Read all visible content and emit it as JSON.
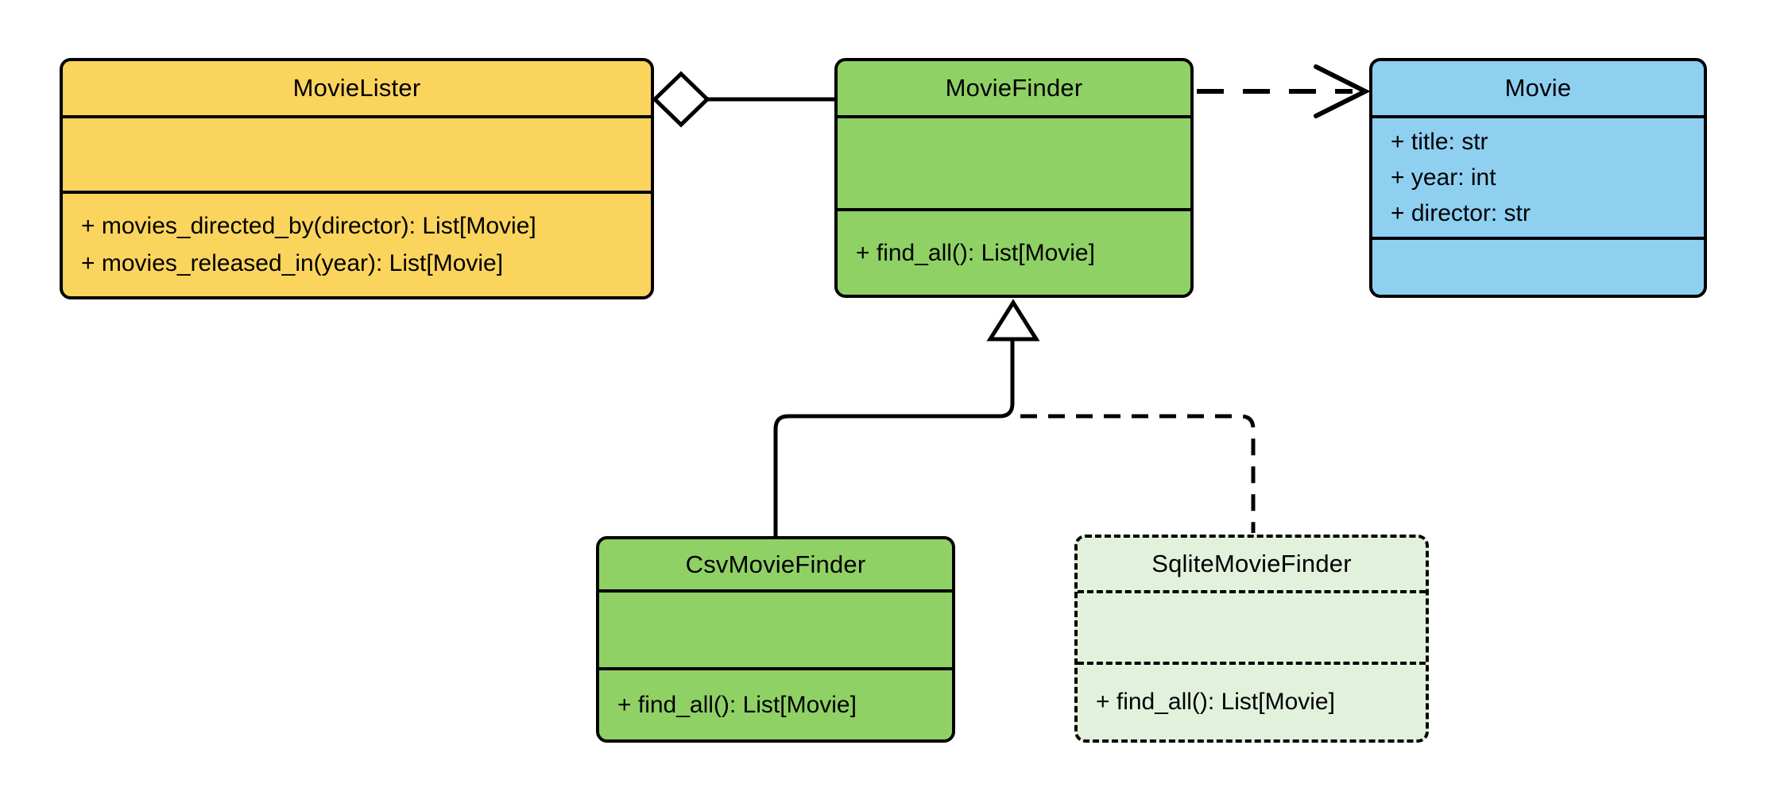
{
  "diagram": {
    "kind": "uml-class-diagram",
    "background_color": "#ffffff",
    "line_color": "#000000",
    "text_color": "#000000",
    "classes": [
      {
        "name": "MovieLister",
        "fill": "#fbd45e",
        "border_style": "solid",
        "attributes": [],
        "methods": [
          "+ movies_directed_by(director): List[Movie]",
          "+ movies_released_in(year): List[Movie]"
        ]
      },
      {
        "name": "MovieFinder",
        "fill": "#90d166",
        "border_style": "solid",
        "attributes": [],
        "methods": [
          "+ find_all(): List[Movie]"
        ]
      },
      {
        "name": "Movie",
        "fill": "#8fd0f1",
        "border_style": "solid",
        "attributes": [
          "+ title: str",
          "+ year: int",
          "+ director: str"
        ],
        "methods": []
      },
      {
        "name": "CsvMovieFinder",
        "fill": "#90d166",
        "border_style": "solid",
        "attributes": [],
        "methods": [
          "+ find_all(): List[Movie]"
        ]
      },
      {
        "name": "SqliteMovieFinder",
        "fill": "#e2f1dc",
        "border_style": "dashed",
        "attributes": [],
        "methods": [
          "+ find_all(): List[Movie]"
        ]
      }
    ],
    "relationships": [
      {
        "from": "MovieLister",
        "to": "MovieFinder",
        "type": "aggregation",
        "line": "solid",
        "marker": "hollow-diamond-at-MovieLister"
      },
      {
        "from": "MovieFinder",
        "to": "Movie",
        "type": "dependency",
        "line": "dashed",
        "marker": "open-arrow-at-Movie"
      },
      {
        "from": "CsvMovieFinder",
        "to": "MovieFinder",
        "type": "inheritance",
        "line": "solid",
        "marker": "hollow-triangle-at-MovieFinder"
      },
      {
        "from": "SqliteMovieFinder",
        "to": "MovieFinder",
        "type": "inheritance",
        "line": "dashed",
        "marker": "hollow-triangle-at-MovieFinder"
      }
    ]
  }
}
